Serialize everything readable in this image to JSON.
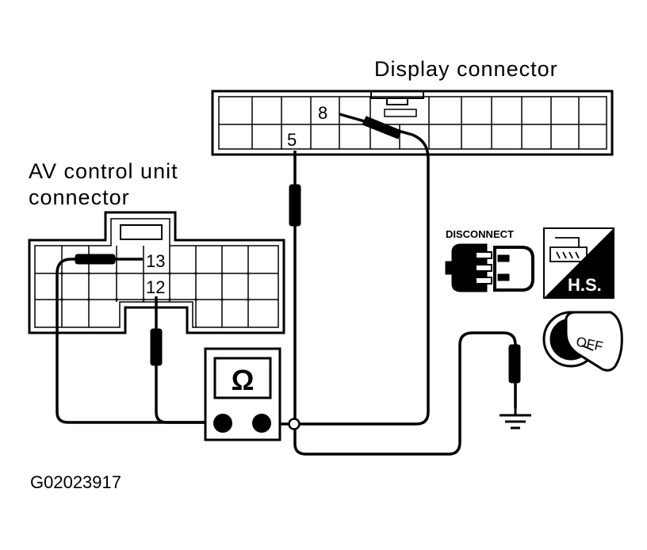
{
  "labels": {
    "display_connector": "Display connector",
    "av_connector_line1": "AV control unit",
    "av_connector_line2": "connector",
    "figure_id": "G02023917"
  },
  "pins": {
    "display_pin_8": "8",
    "display_pin_5": "5",
    "av_pin_13": "13",
    "av_pin_12": "12"
  },
  "meter": {
    "symbol": "Ω"
  },
  "icons": {
    "disconnect_label": "DISCONNECT",
    "hs_label": "H.S.",
    "off_label": "OFF"
  }
}
